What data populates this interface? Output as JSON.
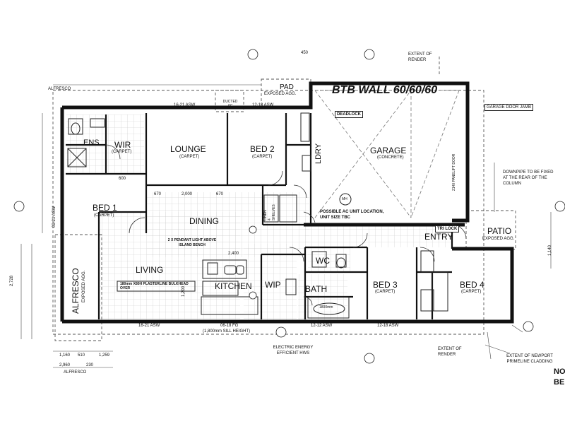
{
  "title": "BTB WALL 60/60/60",
  "rooms": {
    "ens": "ENS",
    "wir": "WIR",
    "wir_floor": "(CARPET)",
    "lounge": "LOUNGE",
    "lounge_floor": "(CARPET)",
    "bed2": "BED 2",
    "bed2_floor": "(CARPET)",
    "garage": "GARAGE",
    "garage_floor": "(CONCRETE)",
    "lndry": "LDRY",
    "bed1": "BED 1",
    "bed1_floor": "(CARPET)",
    "dining": "DINING",
    "living": "LIVING",
    "kitchen": "KITCHEN",
    "wip": "WIP",
    "bath": "BATH",
    "wc": "WC",
    "bed3": "BED 3",
    "bed3_floor": "(CARPET)",
    "bed4": "BED 4",
    "bed4_floor": "(CARPET)",
    "entry": "ENTRY",
    "patio": "PATIO",
    "patio_floor": "EXPOSED AGG.",
    "alfresco": "ALFRESCO",
    "alfresco_floor": "EXPOSED AGG.",
    "pad": "PAD",
    "pad_floor": "EXPOSED AGG."
  },
  "notes": {
    "extent_render_top": "EXTENT OF RENDER",
    "garage_door_jamb": "GARAGE DOOR JAMB",
    "downpipe": "DOWNPIPE TO BE FIXED AT THE REAR OF THE COLUMN",
    "deadlock": "DEADLOCK",
    "tri_lock": "TRI LOCK",
    "ac_unit": "POSSIBLE AC UNIT LOCATION, UNIT SIZE TBC",
    "pendant": "2 X PENDANT LIGHT ABOVE ISLAND BENCH",
    "bulkhead": "180mm X80H PLASTERLINE BULKHEAD OVER",
    "electric": "ELECTRIC ENERGY EFFICIENT HWS",
    "extent_render_bottom": "EXTENT OF RENDER",
    "extent_newport": "EXTENT OF NEWPORT PRIMELINE CLADDING",
    "panel_lift": "2140 PANELIFT DOOR",
    "linen": "LINEN 4 SHELVES",
    "sill": "(1,800mm SILL HEIGHT)",
    "ducted": "DUCTED AC"
  },
  "dimensions": {
    "top_asw_left": "16-21 ASW",
    "top_asw_right": "12-18 ASW",
    "bot_asw_1": "16-21 ASW",
    "bot_fg": "06-18 FG",
    "bot_asw_2": "12-12 ASW",
    "bot_asw_3": "12-18 ASW",
    "left_asw": "09-21 ASW",
    "alfresco_top": "ALFRESCO",
    "alfresco_bot": "ALFRESCO",
    "dim_2960": "2,960",
    "dim_230": "230",
    "dim_1160": "1,160",
    "dim_510": "510",
    "dim_1259": "1,259",
    "dim_2728": "2,728",
    "dim_2400": "2,400",
    "dim_1800": "1800mm",
    "dim_2000": "2,000",
    "dim_670a": "670",
    "dim_670b": "670",
    "dim_1140": "1,140",
    "dim_450": "450",
    "dim_600": "600",
    "dim_1200": "1,200"
  },
  "edge_text": {
    "right_top": "NO",
    "right_bot": "BE"
  },
  "markers": {
    "mh": "MH"
  }
}
